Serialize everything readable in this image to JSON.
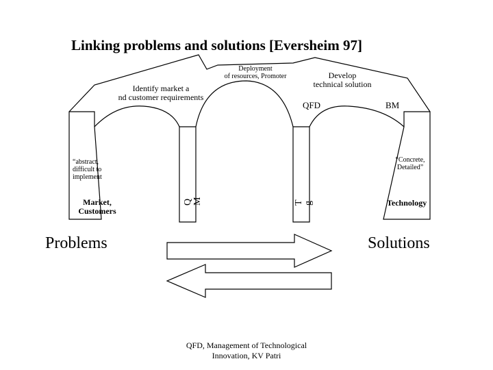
{
  "title": "Linking problems and solutions [Eversheim 97]",
  "arch_labels": {
    "identify_market_line1": "Identify market a",
    "identify_market_line2": "nd customer requirements",
    "deployment_line1": "Deployment",
    "deployment_line2": "of resources, Promoter",
    "develop_line1": "Develop",
    "develop_line2": "technical  solution",
    "qfd": "QFD",
    "bm": "BM"
  },
  "left_pillar": {
    "note_line1": "“abstract,",
    "note_line2": "difficult to",
    "note_line3": "implement",
    "label_line1": "Market,",
    "label_line2": "Customers"
  },
  "middle_pillar_1": {
    "rot_line1": "Q",
    "rot_line2": "M"
  },
  "middle_pillar_2": {
    "rot_line1": "T",
    "rot_line2": "g"
  },
  "right_pillar": {
    "note_line1": "“Concrete,",
    "note_line2": "Detailed”",
    "label": "Technology"
  },
  "problems_label": "Problems",
  "solutions_label": "Solutions",
  "footer": {
    "line1": "QFD, Management of Technological",
    "line2": "Innovation, KV Patri"
  }
}
